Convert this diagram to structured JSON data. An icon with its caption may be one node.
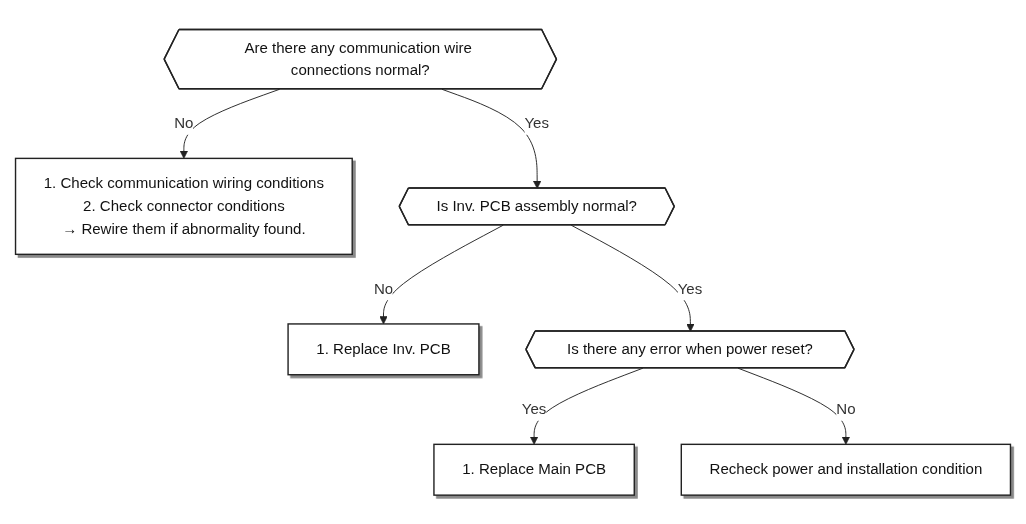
{
  "diagram": {
    "nodes": [
      {
        "text": [
          "Are there any communication wire connections normal?"
        ]
      },
      {
        "text": [
          "1. Check communication wiring conditions",
          "2. Check connector conditions",
          "→ Rewire them if abnormality found."
        ]
      },
      {
        "text": [
          "Is Inv. PCB assembly normal?"
        ]
      },
      {
        "text": [
          "1. Replace Inv. PCB"
        ]
      },
      {
        "text": [
          "Is there any error when power reset?"
        ]
      },
      {
        "text": [
          "1. Replace Main PCB"
        ]
      },
      {
        "text": [
          "Recheck power and installation condition"
        ]
      }
    ],
    "edges": [
      {
        "from": 0,
        "to": 1,
        "arrow": "to",
        "label": "No"
      },
      {
        "from": 0,
        "to": 2,
        "arrow": "to",
        "label": "Yes"
      },
      {
        "from": 2,
        "to": 3,
        "arrow": "to",
        "label": "No"
      },
      {
        "from": 2,
        "to": 4,
        "arrow": "to",
        "label": "Yes"
      },
      {
        "from": 4,
        "to": 5,
        "arrow": "to",
        "label": "Yes"
      },
      {
        "from": 4,
        "to": 6,
        "arrow": "to",
        "label": "No"
      }
    ]
  }
}
